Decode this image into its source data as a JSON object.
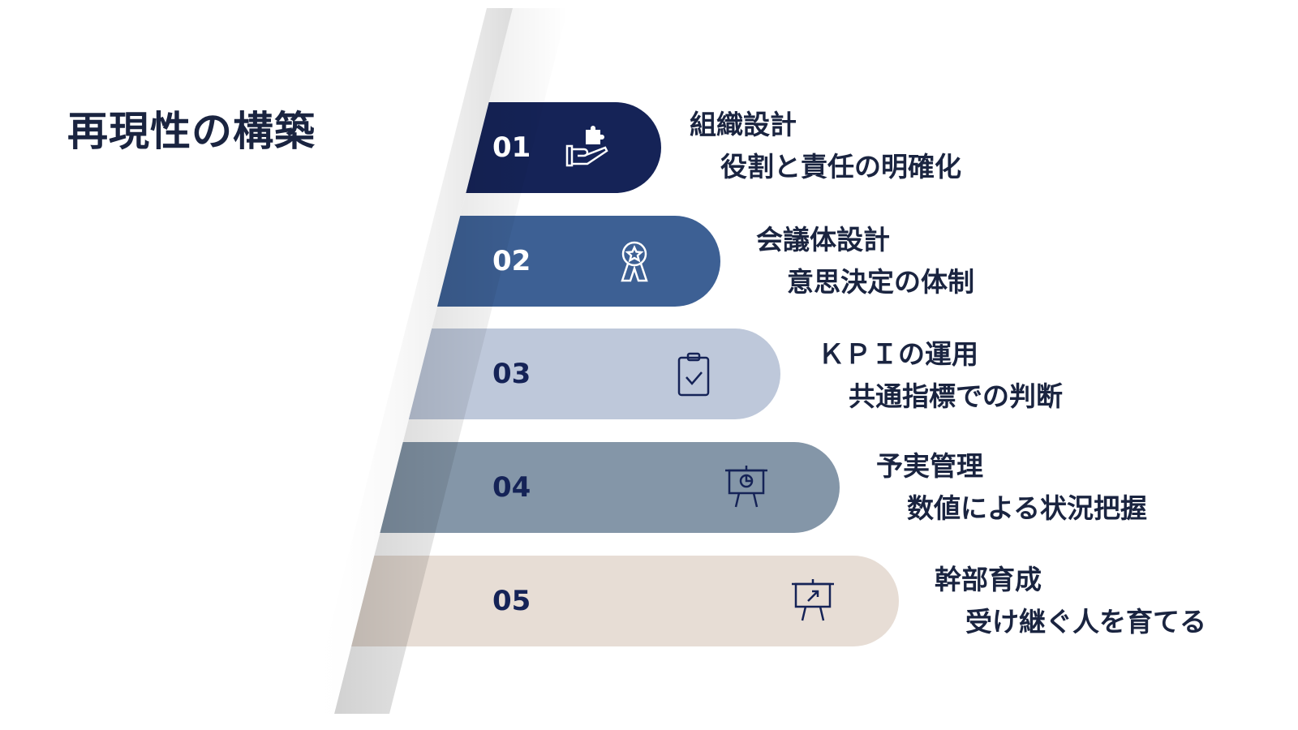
{
  "title": "再現性の構築",
  "steps": [
    {
      "number": "01",
      "title": "組織設計",
      "subtitle": "役割と責任の明確化",
      "icon": "hand-puzzle-icon",
      "color": "#152357",
      "number_color": "#ffffff"
    },
    {
      "number": "02",
      "title": "会議体設計",
      "subtitle": "意思決定の体制",
      "icon": "award-ribbon-icon",
      "color": "#3d6094",
      "number_color": "#ffffff"
    },
    {
      "number": "03",
      "title": "ＫＰＩの運用",
      "subtitle": "共通指標での判断",
      "icon": "clipboard-check-icon",
      "color": "#bec8da",
      "number_color": "#152357"
    },
    {
      "number": "04",
      "title": "予実管理",
      "subtitle": "数値による状況把握",
      "icon": "presentation-pie-icon",
      "color": "#8496a8",
      "number_color": "#152357"
    },
    {
      "number": "05",
      "title": "幹部育成",
      "subtitle": "受け継ぐ人を育てる",
      "icon": "presentation-growth-icon",
      "color": "#e7ddd5",
      "number_color": "#152357"
    }
  ]
}
